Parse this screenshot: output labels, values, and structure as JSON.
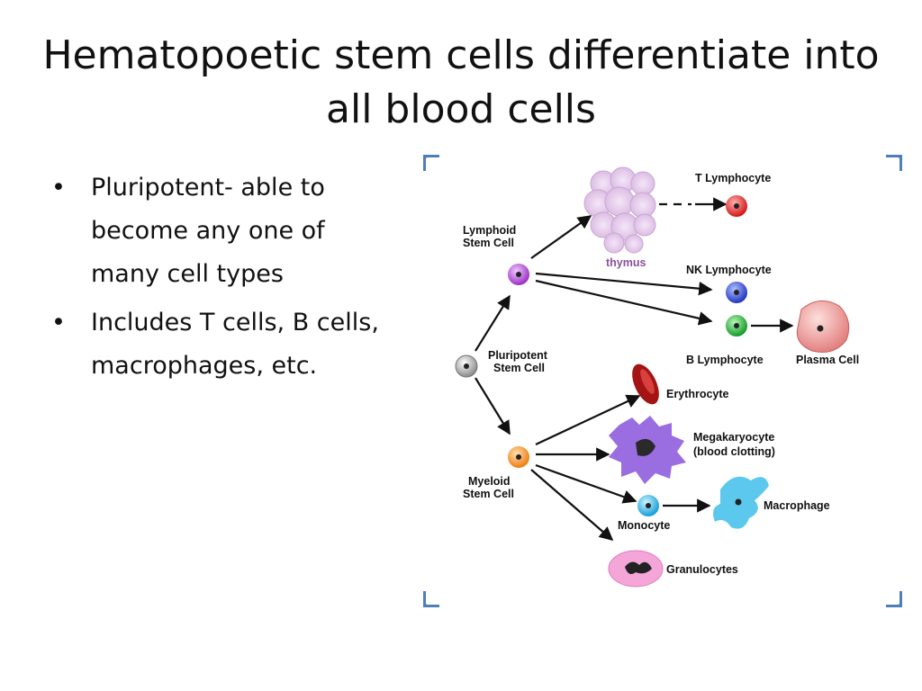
{
  "title": "Hematopoetic stem cells differentiate into all blood cells",
  "bullets": [
    "Pluripotent- able to become any one of many cell types",
    "Includes T cells, B cells, macrophages, etc."
  ],
  "diagram": {
    "pluripotent_l1": "Pluripotent",
    "pluripotent_l2": "Stem Cell",
    "lymphoid_l1": "Lymphoid",
    "lymphoid_l2": "Stem Cell",
    "myeloid_l1": "Myeloid",
    "myeloid_l2": "Stem Cell",
    "thymus": "thymus",
    "t_lymphocyte": "T Lymphocyte",
    "nk_lymphocyte": "NK Lymphocyte",
    "b_lymphocyte": "B Lymphocyte",
    "plasma_cell": "Plasma Cell",
    "erythrocyte": "Erythrocyte",
    "megakaryocyte_l1": "Megakaryocyte",
    "megakaryocyte_l2": "(blood clotting)",
    "monocyte": "Monocyte",
    "macrophage": "Macrophage",
    "granulocytes": "Granulocytes",
    "colors": {
      "frame_corner": "#4f7fb8",
      "thymus": "#8a4f9a",
      "t_cell": "#e12020",
      "nk_cell": "#2b45c8",
      "b_cell": "#1fa030",
      "pluripotent": "#888888",
      "lymphoid": "#a340c8",
      "myeloid": "#f08a1c",
      "monocyte": "#1fa8e0"
    }
  }
}
